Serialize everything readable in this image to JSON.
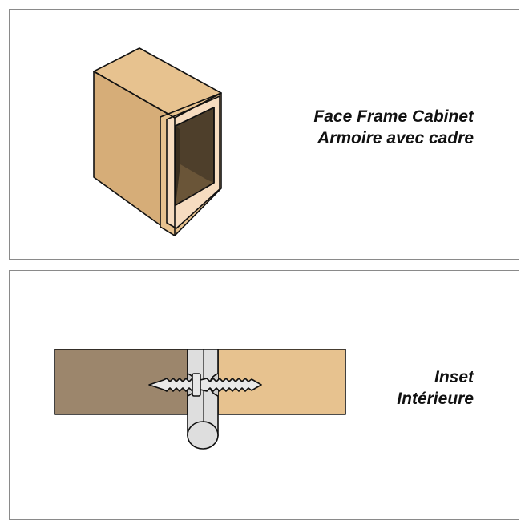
{
  "panels": [
    {
      "label_en": "Face Frame Cabinet",
      "label_fr": "Armoire avec cadre",
      "illustration": "cabinet-illustration"
    },
    {
      "label_en": "Inset",
      "label_fr": "Intérieure",
      "illustration": "hinge-section-illustration"
    }
  ],
  "colors": {
    "wood_light": "#e7c28f",
    "wood_side": "#d6ad78",
    "wood_dark": "#9c866c",
    "frame_face": "#f6dcc0",
    "cabinet_interior": "#4e3f2b",
    "metal": "#dedede",
    "outline": "#111111",
    "panel_border": "#8a8a8a"
  }
}
